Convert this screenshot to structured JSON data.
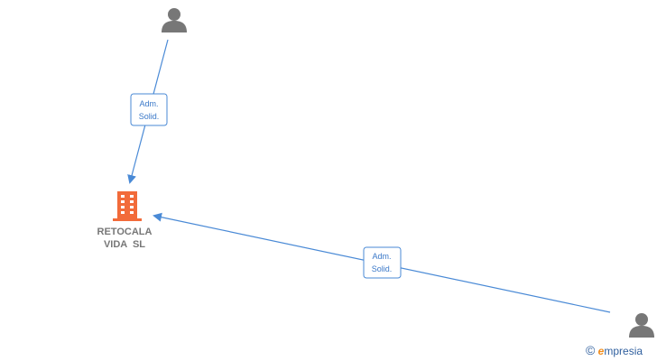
{
  "company": {
    "name_line1": "RETOCALA",
    "name_line2": "VIDA  SL",
    "icon": "building-icon",
    "icon_color": "#f26b3a"
  },
  "persons": [
    {
      "icon": "person-icon",
      "color": "#777777"
    },
    {
      "icon": "person-icon",
      "color": "#777777"
    }
  ],
  "edges": [
    {
      "label_line1": "Adm.",
      "label_line2": "Solid."
    },
    {
      "label_line1": "Adm.",
      "label_line2": "Solid."
    }
  ],
  "colors": {
    "edge": "#4a8ad6",
    "label_text": "#3a78c8"
  },
  "watermark": {
    "copyright_symbol": "©",
    "brand_initial": "e",
    "brand_rest": "mpresia"
  }
}
